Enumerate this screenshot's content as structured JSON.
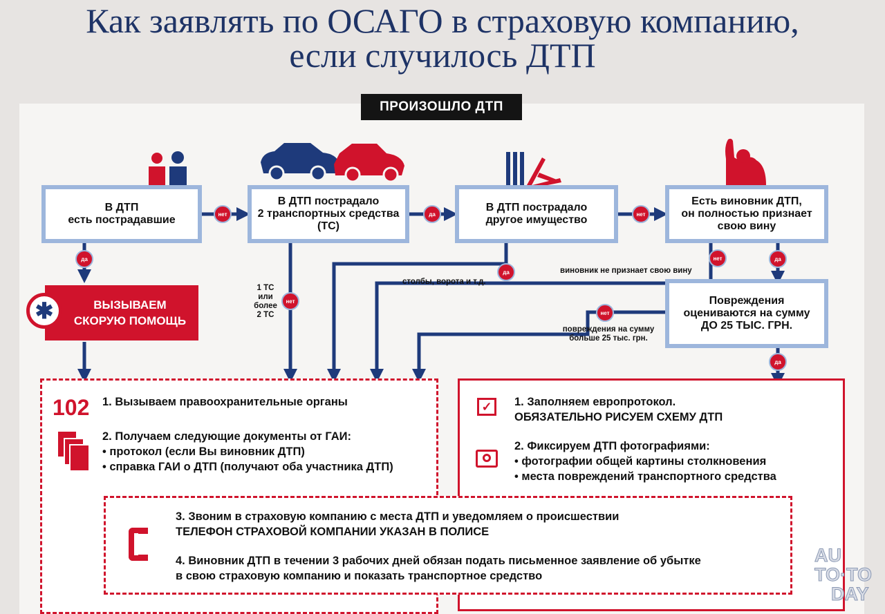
{
  "title": {
    "line1": "Как заявлять по ОСАГО в страховую компанию,",
    "line2": "если случилось ДТП"
  },
  "start_label": "ПРОИЗОШЛО ДТП",
  "nodes": {
    "injured": {
      "line1": "В ДТП",
      "line2": "есть пострадавшие"
    },
    "two_vehicles": {
      "line1": "В ДТП пострадало",
      "line2": "2 транспортных средства",
      "line3": "(ТС)"
    },
    "property": {
      "line1": "В ДТП пострадало",
      "line2": "другое имущество"
    },
    "culprit": {
      "line1": "Есть виновник ДТП,",
      "line2": "он полностью признает",
      "line3": "свою вину"
    },
    "damage": {
      "line1": "Повреждения",
      "line2": "оцениваются на сумму",
      "line3": "ДО 25 ТЫС. ГРН."
    },
    "ambulance": {
      "line1": "ВЫЗЫВАЕМ",
      "line2": "СКОРУЮ ПОМОЩЬ"
    }
  },
  "badges": {
    "no": "нет",
    "yes": "да"
  },
  "edge_labels": {
    "vehicles_count": {
      "l1": "1 ТС",
      "l2": "или",
      "l3": "более",
      "l4": "2 ТС"
    },
    "poles": "столбы, ворота и т.д.",
    "not_admit": "виновник не признает свою вину",
    "over_25": {
      "l1": "повреждения на сумму",
      "l2": "больше 25 тыс. грн."
    }
  },
  "left_block": {
    "phone_number": "102",
    "step1": "1. Вызываем правоохранительные органы",
    "step2_title": "2. Получаем следующие документы от ГАИ:",
    "step2_item1": "• протокол (если Вы виновник ДТП)",
    "step2_item2": "• справка ГАИ о ДТП (получают оба участника ДТП)"
  },
  "right_block": {
    "step1_line1": "1. Заполняем европротокол.",
    "step1_line2": "ОБЯЗАТЕЛЬНО РИСУЕМ СХЕМУ ДТП",
    "step2_title": "2. Фиксируем ДТП фотографиями:",
    "step2_item1": "• фотографии общей картины столкновения",
    "step2_item2": "• места повреждений транспортного средства"
  },
  "bottom_block": {
    "step3_line1": "3. Звоним в страховую компанию с места ДТП и уведомляем о происшествии",
    "step3_line2": "ТЕЛЕФОН СТРАХОВОЙ КОМПАНИИ УКАЗАН В ПОЛИСЕ",
    "step4_line1": "4. Виновник ДТП в течении 3 рабочих дней обязан подать письменное заявление об убытке",
    "step4_line2": "в свою страховую компанию и показать транспортное средство"
  },
  "watermark": {
    "l1": "AU",
    "l2": "TO·TO",
    "l3": "DAY"
  },
  "colors": {
    "navy": "#1e3a7b",
    "red": "#d0132c",
    "box_border": "#9db6dc",
    "title": "#1e3366"
  }
}
